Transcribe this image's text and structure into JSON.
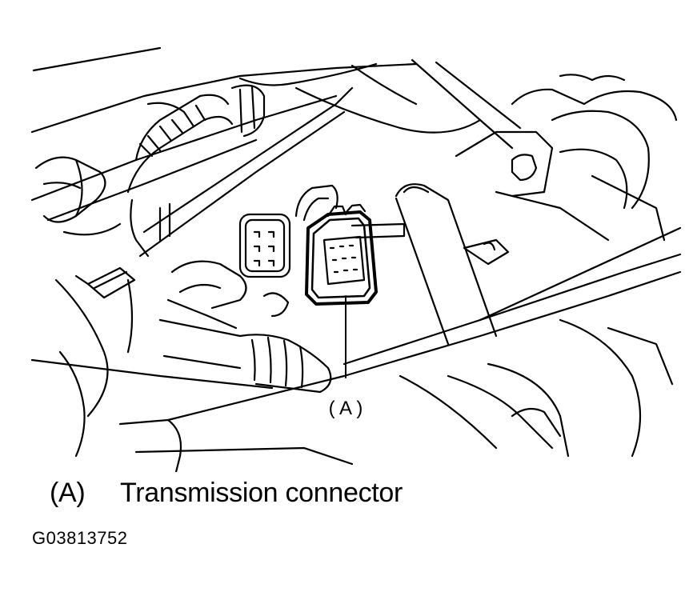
{
  "diagram": {
    "callout_label": "( A )"
  },
  "legend": {
    "items": [
      {
        "key": "(A)",
        "text": "Transmission connector"
      }
    ]
  },
  "figure_code": "G03813752",
  "colors": {
    "line": "#000000",
    "background": "#ffffff"
  }
}
